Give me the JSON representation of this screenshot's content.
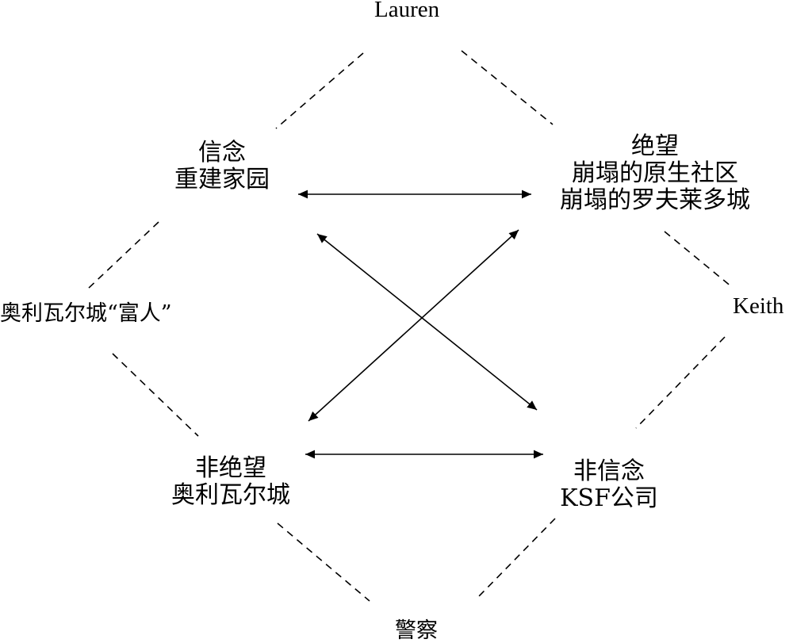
{
  "diagram": {
    "top_label": "Lauren",
    "right_label": "Keith",
    "left_label": "奥利瓦尔城“富人”",
    "bottom_label": "警察",
    "nodes": {
      "top_left": {
        "line1": "信念",
        "line2": "重建家园"
      },
      "top_right": {
        "line1": "绝望",
        "line2": "崩塌的原生社区",
        "line3": "崩塌的罗夫莱多城"
      },
      "bottom_left": {
        "line1": "非绝望",
        "line2": "奥利瓦尔城"
      },
      "bottom_right": {
        "line1": "非信念",
        "line2": "KSF公司"
      }
    }
  }
}
